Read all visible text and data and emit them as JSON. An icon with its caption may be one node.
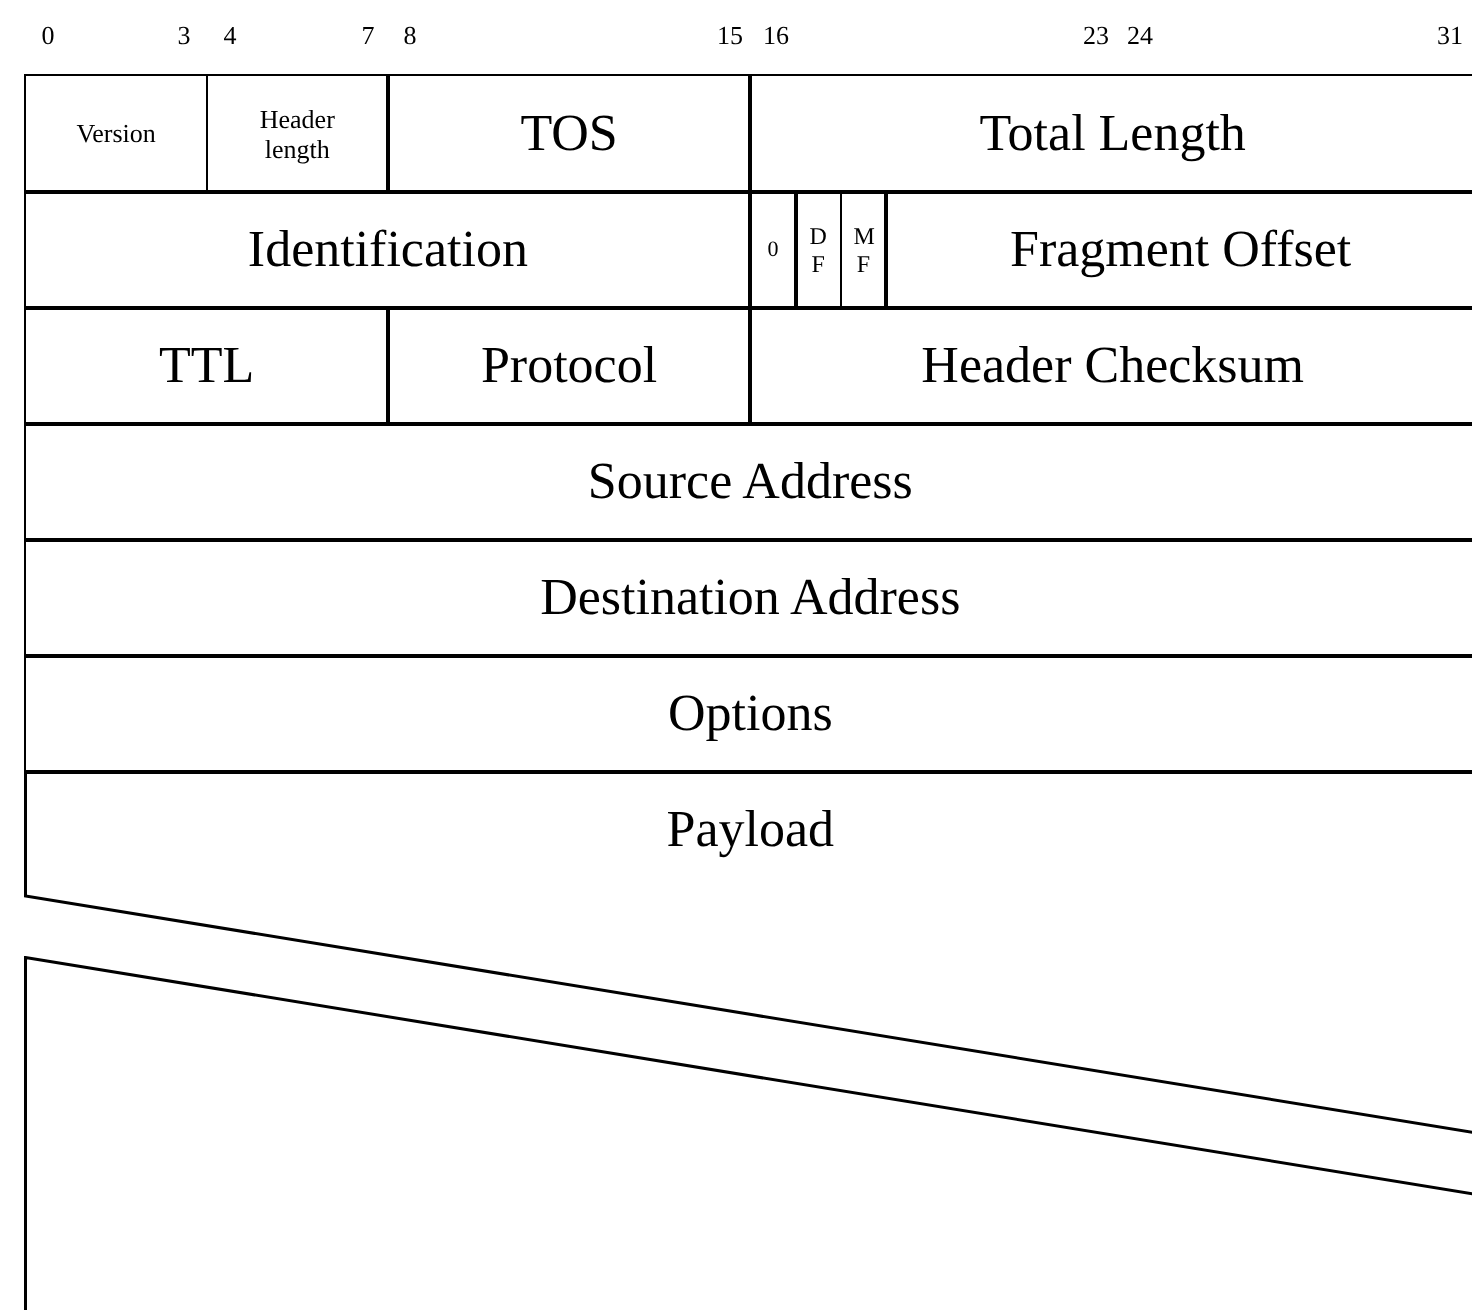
{
  "diagram": {
    "nodes": [
      {
        "text": [
          "Version"
        ]
      },
      {
        "text": [
          "Header length"
        ]
      },
      {
        "text": [
          "TOS"
        ]
      },
      {
        "text": [
          "Total Length"
        ]
      },
      {
        "text": [
          "Identification"
        ]
      },
      {
        "text": [
          "0"
        ]
      },
      {
        "text": [
          "D F"
        ]
      },
      {
        "text": [
          "M F"
        ]
      },
      {
        "text": [
          "Fragment Offset"
        ]
      },
      {
        "text": [
          "TTL"
        ]
      },
      {
        "text": [
          "Protocol"
        ]
      },
      {
        "text": [
          "Header Checksum"
        ]
      },
      {
        "text": [
          "Source Address"
        ]
      },
      {
        "text": [
          "Destination Address"
        ]
      },
      {
        "text": [
          "Options"
        ]
      },
      {
        "text": [
          "Payload"
        ]
      },
      {
        "text": [],
        "shape": "box"
      }
    ],
    "edges": [],
    "labels": [
      "0",
      "3",
      "4",
      "7",
      "8",
      "15",
      "16",
      "23",
      "24",
      "31"
    ]
  }
}
